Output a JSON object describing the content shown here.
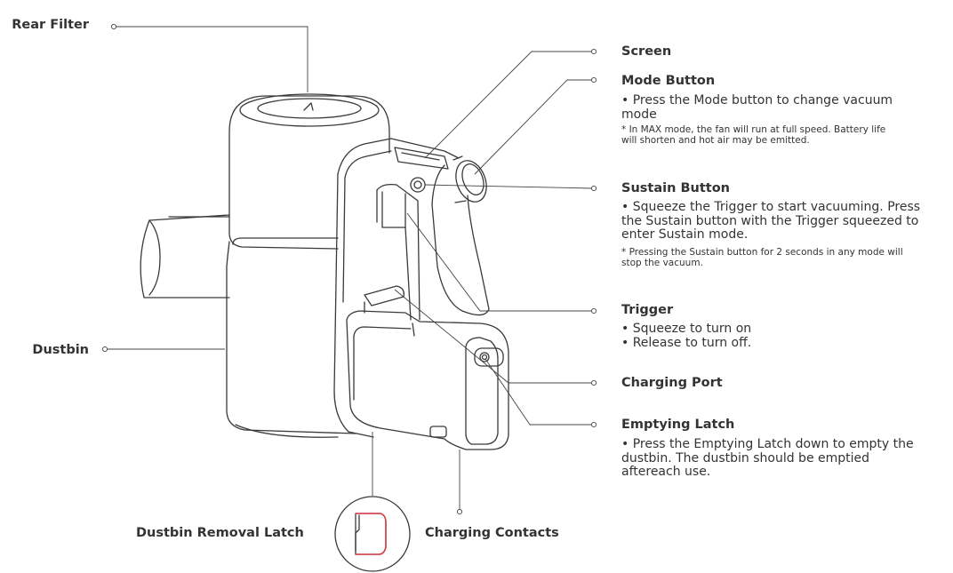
{
  "labels": {
    "rear_filter": "Rear Filter",
    "dustbin": "Dustbin",
    "dustbin_removal_latch": "Dustbin Removal Latch",
    "charging_contacts": "Charging Contacts",
    "screen": "Screen",
    "mode_button": "Mode Button",
    "sustain_button": "Sustain Button",
    "trigger": "Trigger",
    "charging_port": "Charging Port",
    "emptying_latch": "Emptying Latch"
  },
  "descriptions": {
    "mode_button": {
      "line1": "• Press the Mode button to change vacuum",
      "line2": "mode",
      "note1": "* In MAX mode, the fan will run at full speed. Battery life",
      "note2": "will shorten and hot air may be emitted."
    },
    "sustain_button": {
      "line1": "• Squeeze the Trigger to start vacuuming. Press",
      "line2": "the Sustain button with the Trigger squeezed to",
      "line3": "enter Sustain mode.",
      "note1": "* Pressing the Sustain button for 2 seconds in any mode will",
      "note2": "stop the vacuum."
    },
    "trigger": {
      "line1": "• Squeeze to turn on",
      "line2": "• Release to turn off."
    },
    "emptying_latch": {
      "line1": "• Press the Emptying Latch down to empty the",
      "line2": "dustbin. The dustbin should be emptied",
      "line3": "aftereach use."
    }
  },
  "colors": {
    "outline": "#3a3a3a",
    "leader": "#444444",
    "latch_highlight": "#d9404a",
    "text": "#333333"
  }
}
